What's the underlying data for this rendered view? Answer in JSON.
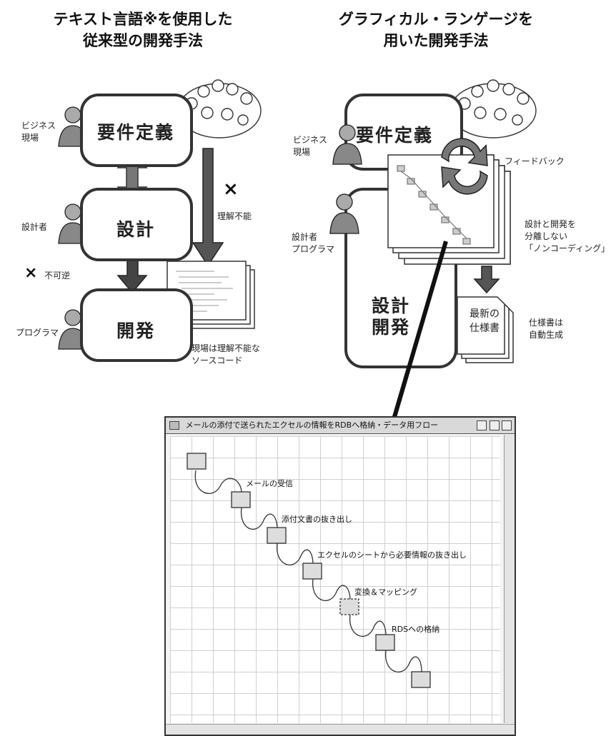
{
  "left_title": [
    "テキスト言語※を使用した",
    "従来型の開発手法"
  ],
  "right_title": [
    "グラフィカル・ランゲージを",
    "用いた開発手法"
  ],
  "left": {
    "requirements": "要件定義",
    "design": "設計",
    "development": "開発",
    "role_business": [
      "ビジネス",
      "現場"
    ],
    "role_designer": "設計者",
    "role_programmer": "プログラマ",
    "incomprehensible": "理解不能",
    "irreversible": "不可逆",
    "source_note": [
      "現場は理解不能な",
      "ソースコード"
    ]
  },
  "right": {
    "requirements": "要件定義",
    "design_dev": [
      "設計",
      "開発"
    ],
    "role_business": [
      "ビジネス",
      "現場"
    ],
    "role_designer": [
      "設計者",
      "プログラマ"
    ],
    "feedback": "フィードバック",
    "nocoding": [
      "設計と開発を",
      "分離しない",
      "「ノンコーディング」"
    ],
    "latest_spec": [
      "最新の",
      "仕様書"
    ],
    "spec_auto": [
      "仕様書は",
      "自動生成"
    ]
  },
  "window": {
    "title": "メールの添付で送られたエクセルの情報をRDBへ格納・データ用フロー",
    "steps": [
      "メールの受信",
      "添付文書の抜き出し",
      "エクセルのシートから必要情報の抜き出し",
      "変換＆マッピング",
      "RDSへの格納"
    ]
  },
  "cross_mark": "×"
}
